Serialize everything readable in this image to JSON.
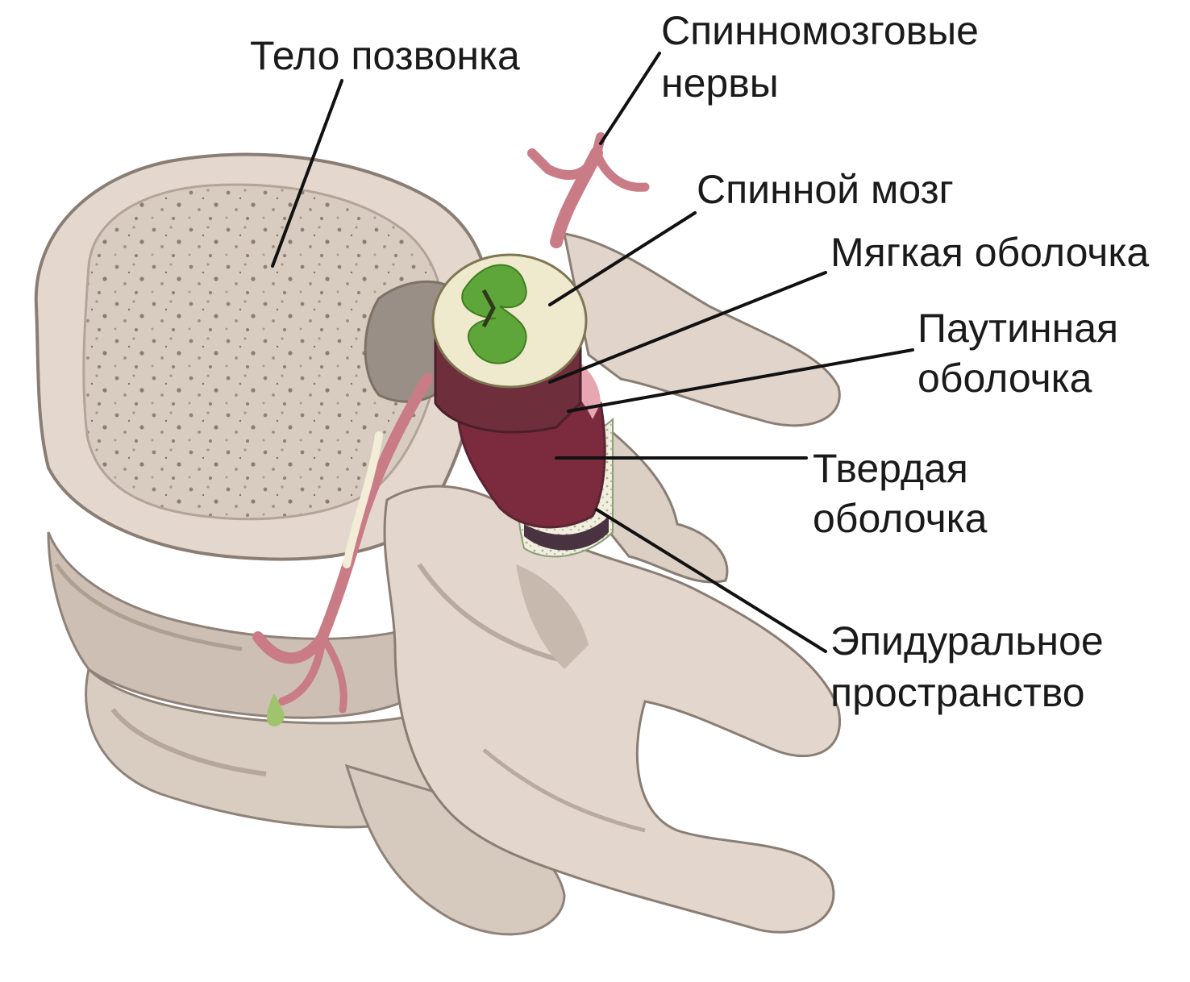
{
  "labels": {
    "vertebral_body": "Тело позвонка",
    "spinal_nerves": [
      "Спинномозговые",
      "нервы"
    ],
    "spinal_cord": "Спинной мозг",
    "pia_mater": "Мягкая оболочка",
    "arachnoid": [
      "Паутинная",
      "оболочка"
    ],
    "dura_mater": [
      "Твердая",
      "оболочка"
    ],
    "epidural_space": [
      "Эпидуральное",
      "пространство"
    ]
  },
  "colors": {
    "bone": "#e2d6cc",
    "bone_shadow": "#b9aca1",
    "bone_outline": "#8f8278",
    "cancellous": "#d3c4b8",
    "nerve": "#c97b86",
    "cord_white_matter": "#efe9cd",
    "cord_gray_matter": "#5fa63a",
    "dura": "#7b2b3d",
    "dura_dark": "#5a2433",
    "leader_line": "#111111"
  }
}
